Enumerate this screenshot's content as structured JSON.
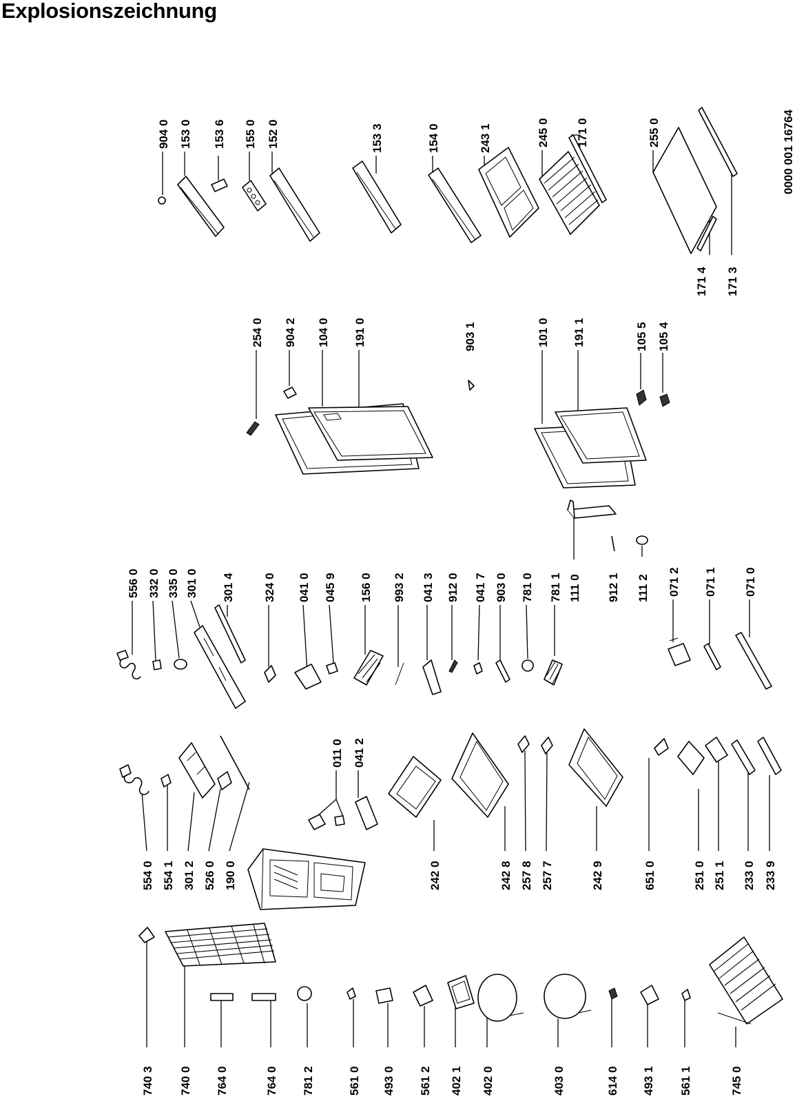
{
  "title": "Explosionszeichnung",
  "drawing_number": "0000 001 16764",
  "col1_labels": [
    "904 0",
    "153 0",
    "153 6",
    "155 0",
    "152 0",
    "153 3",
    "154 0",
    "243 1",
    "245 0",
    "171 0",
    "255 0"
  ],
  "col1_bottom_labels": [
    "171 4",
    "171 3"
  ],
  "col2_labels": [
    "254 0",
    "904 2",
    "104 0",
    "191 0",
    "903 1",
    "101 0",
    "191 1",
    "105 5",
    "105 4"
  ],
  "col3_labels": [
    "556 0",
    "332 0",
    "335 0",
    "301 0",
    "301 4",
    "324 0",
    "041 0",
    "045 9",
    "156 0",
    "993 2",
    "041 3",
    "912 0",
    "041 7",
    "903 0",
    "781 0",
    "781 1",
    "111 0",
    "912 1",
    "111 2",
    "071 2",
    "071 1",
    "071 0"
  ],
  "col4_top_labels": [
    "011 0",
    "041 2"
  ],
  "col4_labels": [
    "554 0",
    "554 1",
    "301 2",
    "526 0",
    "190 0",
    "242 0",
    "242 8",
    "257 8",
    "257 7",
    "242 9",
    "651 0",
    "251 0",
    "251 1",
    "233 0",
    "233 9"
  ],
  "col5_labels": [
    "740 3",
    "740 0",
    "764 0",
    "764 0",
    "781 2",
    "561 0",
    "493 0",
    "561 2",
    "402 1",
    "402 0",
    "403 0",
    "614 0",
    "493 1",
    "561 1",
    "745 0"
  ]
}
